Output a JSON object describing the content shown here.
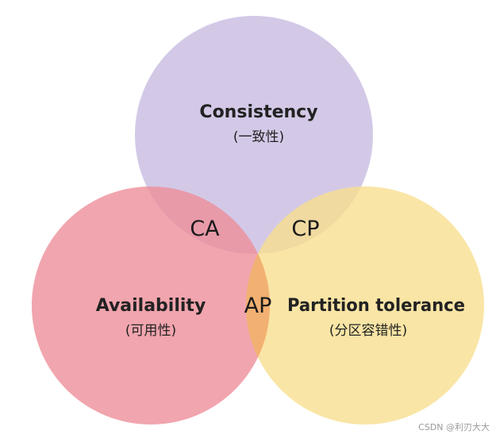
{
  "sets": {
    "consistency": {
      "title": "Consistency",
      "subtitle": "(一致性)",
      "color": "#cbbfe3"
    },
    "availability": {
      "title": "Availability",
      "subtitle": "(可用性)",
      "color": "#ee8e9a"
    },
    "partition_tolerance": {
      "title": "Partition tolerance",
      "subtitle": "(分区容错性)",
      "color": "#f8df8e"
    }
  },
  "overlaps": {
    "ca": "CA",
    "cp": "CP",
    "ap": "AP",
    "ap_color": "#f2ad6e"
  },
  "watermark": "CSDN @利刃大大"
}
